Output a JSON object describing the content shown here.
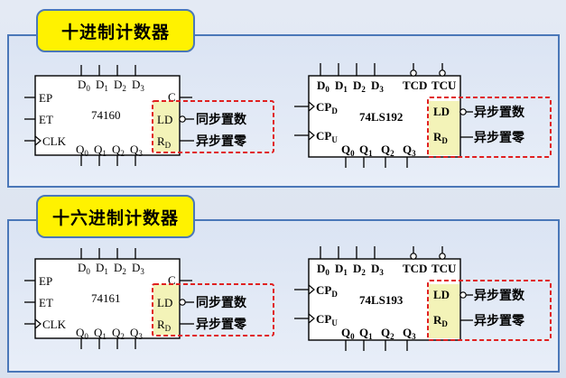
{
  "sections": [
    {
      "title": "十进制计数器",
      "sync_chip": {
        "name": "74160",
        "inputs_left": [
          "EP",
          "ET",
          "CLK"
        ],
        "inputs_top": [
          "D0",
          "D1",
          "D2",
          "D3"
        ],
        "outputs_bottom": [
          "Q0",
          "Q1",
          "Q2",
          "Q3"
        ],
        "out_right": "C",
        "ld_pin": "LD",
        "rd_pin": "RD",
        "ld_desc": "同步置数",
        "rd_desc": "异步置零"
      },
      "async_chip": {
        "name": "74LS192",
        "inputs_top": [
          "D0",
          "D1",
          "D2",
          "D3",
          "TCD",
          "TCU"
        ],
        "inputs_left": [
          "CPD",
          "CPU"
        ],
        "outputs_bottom": [
          "Q0",
          "Q1",
          "Q2",
          "Q3"
        ],
        "ld_pin": "LD",
        "rd_pin": "RD",
        "ld_desc": "异步置数",
        "rd_desc": "异步置零"
      }
    },
    {
      "title": "十六进制计数器",
      "sync_chip": {
        "name": "74161",
        "inputs_left": [
          "EP",
          "ET",
          "CLK"
        ],
        "inputs_top": [
          "D0",
          "D1",
          "D2",
          "D3"
        ],
        "outputs_bottom": [
          "Q0",
          "Q1",
          "Q2",
          "Q3"
        ],
        "out_right": "C",
        "ld_pin": "LD",
        "rd_pin": "RD",
        "ld_desc": "同步置数",
        "rd_desc": "异步置零"
      },
      "async_chip": {
        "name": "74LS193",
        "inputs_top": [
          "D0",
          "D1",
          "D2",
          "D3",
          "TCD",
          "TCU"
        ],
        "inputs_left": [
          "CPD",
          "CPU"
        ],
        "outputs_bottom": [
          "Q0",
          "Q1",
          "Q2",
          "Q3"
        ],
        "ld_pin": "LD",
        "rd_pin": "RD",
        "ld_desc": "异步置数",
        "rd_desc": "异步置零"
      }
    }
  ],
  "colors": {
    "panel_border": "#4a77b8",
    "tag_fill": "#fff200",
    "highlight_fill": "#f3f3b8",
    "dashed_border": "#e02020"
  }
}
